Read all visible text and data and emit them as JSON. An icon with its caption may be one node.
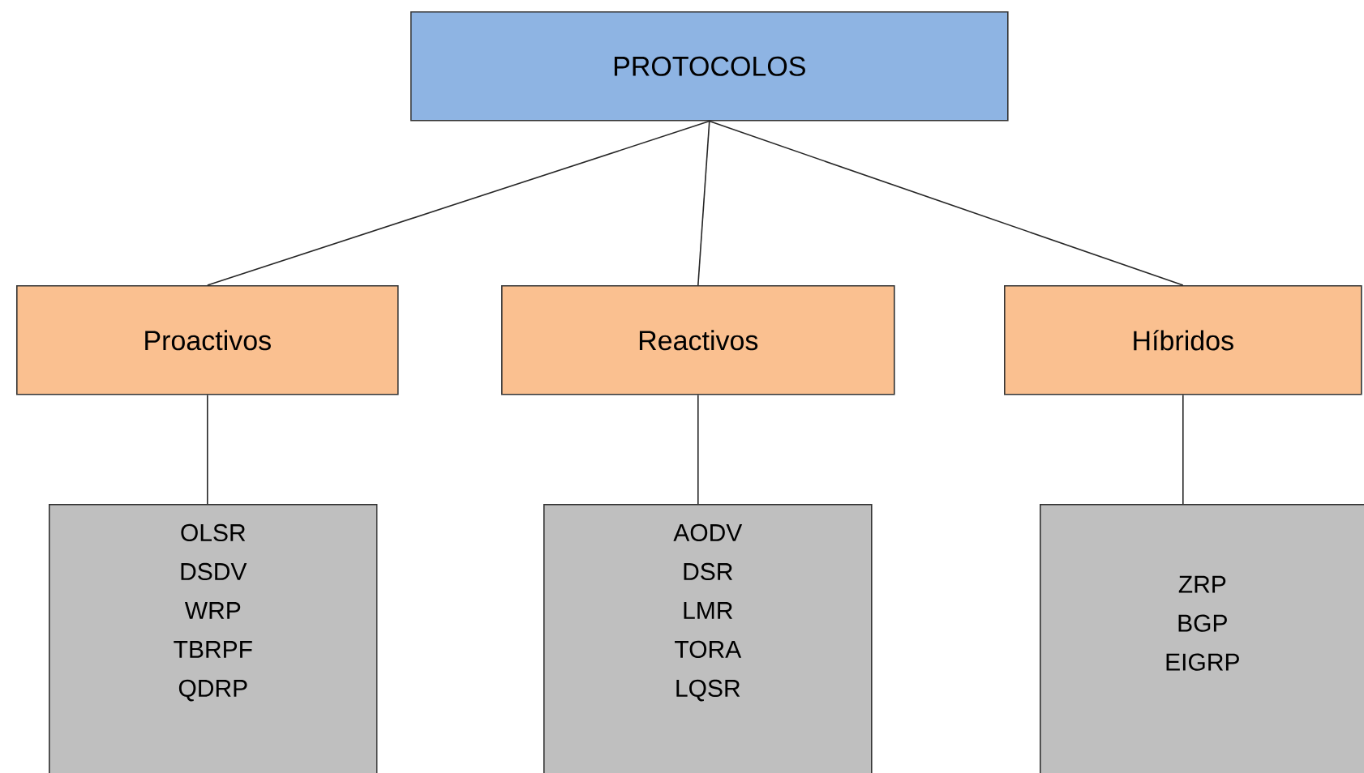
{
  "diagram": {
    "nodes": [
      {
        "text": [
          "PROTOCOLOS"
        ]
      },
      {
        "text": [
          "Proactivos"
        ]
      },
      {
        "text": [
          "Reactivos"
        ]
      },
      {
        "text": [
          "Híbridos"
        ]
      },
      {
        "text": [
          "OLSR",
          "DSDV",
          "WRP",
          "TBRPF",
          "QDRP"
        ]
      },
      {
        "text": [
          "AODV",
          "DSR",
          "LMR",
          "TORA",
          "LQSR"
        ]
      },
      {
        "text": [
          "ZRP",
          "BGP",
          "EIGRP"
        ]
      }
    ],
    "edges": [
      {
        "from": 0,
        "to": 1,
        "arrow": "none"
      },
      {
        "from": 0,
        "to": 2,
        "arrow": "none"
      },
      {
        "from": 0,
        "to": 3,
        "arrow": "none"
      },
      {
        "from": 1,
        "to": 4,
        "arrow": "none"
      },
      {
        "from": 2,
        "to": 5,
        "arrow": "none"
      },
      {
        "from": 3,
        "to": 6,
        "arrow": "none"
      }
    ]
  }
}
